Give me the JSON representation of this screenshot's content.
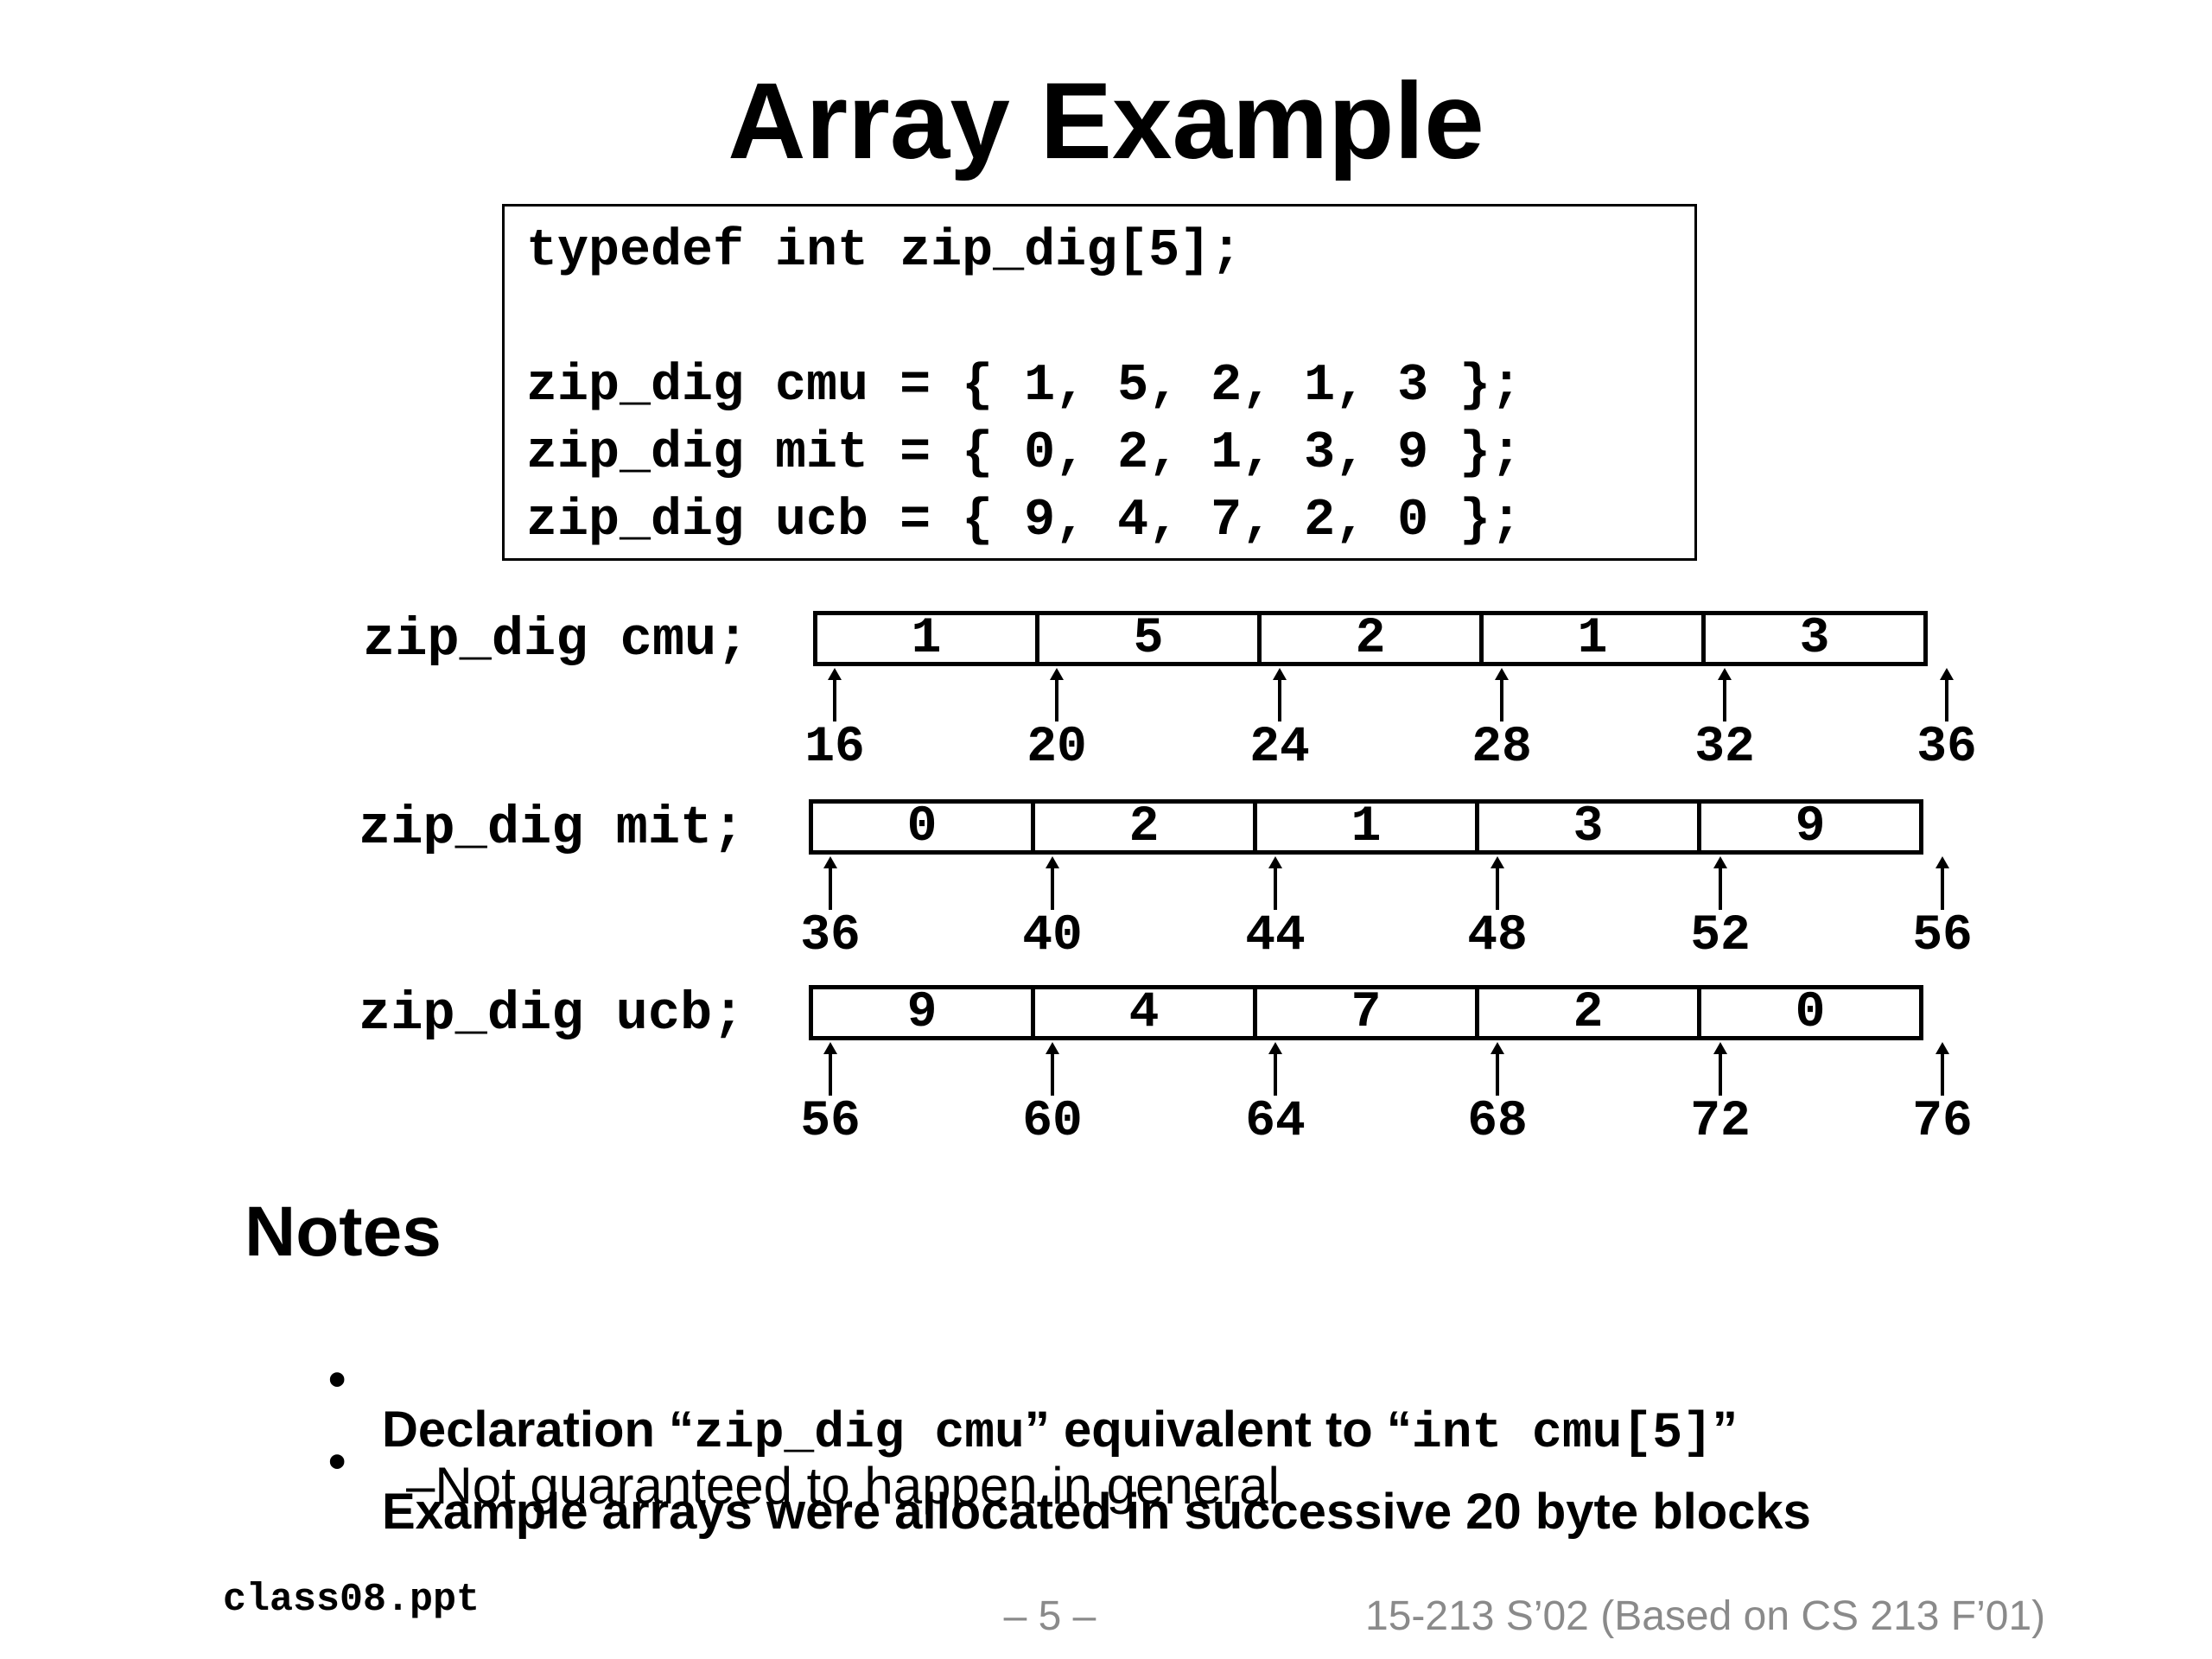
{
  "title": "Array Example",
  "code": {
    "lines": [
      "typedef int zip_dig[5];",
      "",
      "zip_dig cmu = { 1, 5, 2, 1, 3 };",
      "zip_dig mit = { 0, 2, 1, 3, 9 };",
      "zip_dig ucb = { 9, 4, 7, 2, 0 };"
    ]
  },
  "arrays": [
    {
      "label": "zip_dig cmu;",
      "cells": [
        "1",
        "5",
        "2",
        "1",
        "3"
      ],
      "addresses": [
        "16",
        "20",
        "24",
        "28",
        "32",
        "36"
      ]
    },
    {
      "label": "zip_dig mit;",
      "cells": [
        "0",
        "2",
        "1",
        "3",
        "9"
      ],
      "addresses": [
        "36",
        "40",
        "44",
        "48",
        "52",
        "56"
      ]
    },
    {
      "label": "zip_dig ucb;",
      "cells": [
        "9",
        "4",
        "7",
        "2",
        "0"
      ],
      "addresses": [
        "56",
        "60",
        "64",
        "68",
        "72",
        "76"
      ]
    }
  ],
  "notes": {
    "heading": "Notes",
    "bullet_marker": "•",
    "bullet1": {
      "t1": "Declaration “",
      "c1": "zip_dig cmu",
      "t2": "” equivalent to “",
      "c2": "int cmu[5]",
      "t3": "”"
    },
    "bullet2": "Example arrays were allocated in successive 20 byte blocks",
    "sub_bullet": "–Not guaranteed to happen in general"
  },
  "footer": {
    "left": "class08.ppt",
    "page": "– 5 –",
    "right": "15-213 S’02 (Based on CS 213 F’01)"
  }
}
